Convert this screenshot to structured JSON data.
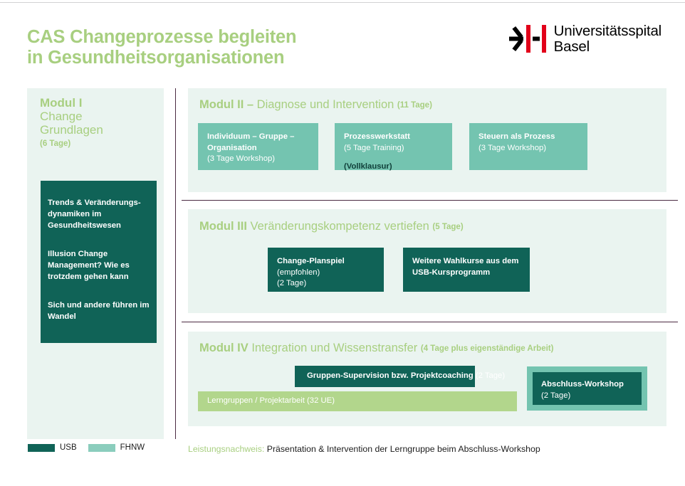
{
  "header": {
    "title_line1": "CAS Changeprozesse begleiten",
    "title_line2": "in Gesundheitsorganisationen",
    "logo": {
      "line1": "Universitätsspital",
      "line2": "Basel",
      "mark_name": "usb-arrow-mark"
    }
  },
  "colors": {
    "green_accent": "#a8cf80",
    "teal_light": "#74c4b0",
    "teal_dark": "#106357",
    "panel_bg": "#eaf4f0",
    "lime": "#b2d68c",
    "divider": "#4b2a42",
    "logo_red": "#e2001a"
  },
  "modul1": {
    "heading_bold": "Modul I",
    "heading_line2": "Change",
    "heading_line3": "Grundlagen",
    "days": "(6 Tage)",
    "bullets": [
      "Trends & Veränderungs-dynamiken im Gesundheitswesen",
      "Illusion Change Management? Wie es trotzdem gehen kann",
      "Sich und andere führen im Wandel"
    ]
  },
  "modul2": {
    "heading_bold": "Modul II – ",
    "heading_rest": "Diagnose und Intervention",
    "days": "(11 Tage)",
    "boxes": [
      {
        "title": "Individuum – Gruppe – Organisation",
        "subtitle": "(3 Tage Workshop)",
        "note": ""
      },
      {
        "title": "Prozesswerkstatt",
        "subtitle": "(5 Tage Training)",
        "note": "(Vollklausur)"
      },
      {
        "title": "Steuern als Prozess",
        "subtitle": "(3 Tage Workshop)",
        "note": ""
      }
    ]
  },
  "modul3": {
    "heading_bold": "Modul III ",
    "heading_rest": "Veränderungskompetenz vertiefen",
    "days": "(5 Tage)",
    "boxes": [
      {
        "title": "Change-Planspiel",
        "subtitle": "(empfohlen)",
        "subtitle2": "(2 Tage)"
      },
      {
        "title": "Weitere Wahlkurse aus dem USB-Kursprogramm",
        "subtitle": "",
        "subtitle2": ""
      }
    ]
  },
  "modul4": {
    "heading_bold": "Modul IV ",
    "heading_rest": "Integration und Wissenstransfer",
    "days": "(4 Tage plus eigenständige Arbeit)",
    "supervision_title": "Gruppen-Supervision bzw. Projektcoaching",
    "supervision_days": " (2 Tage)",
    "lerngruppen": "Lerngruppen / Projektarbeit (32 UE)",
    "abschluss_title": "Abschluss-Workshop",
    "abschluss_subtitle": "(2 Tage)"
  },
  "legend": {
    "usb": "USB",
    "fhnw": "FHNW"
  },
  "footer": {
    "label": "Leistungsnachweis:",
    "text": " Präsentation & Intervention der Lerngruppe beim Abschluss-Workshop"
  }
}
